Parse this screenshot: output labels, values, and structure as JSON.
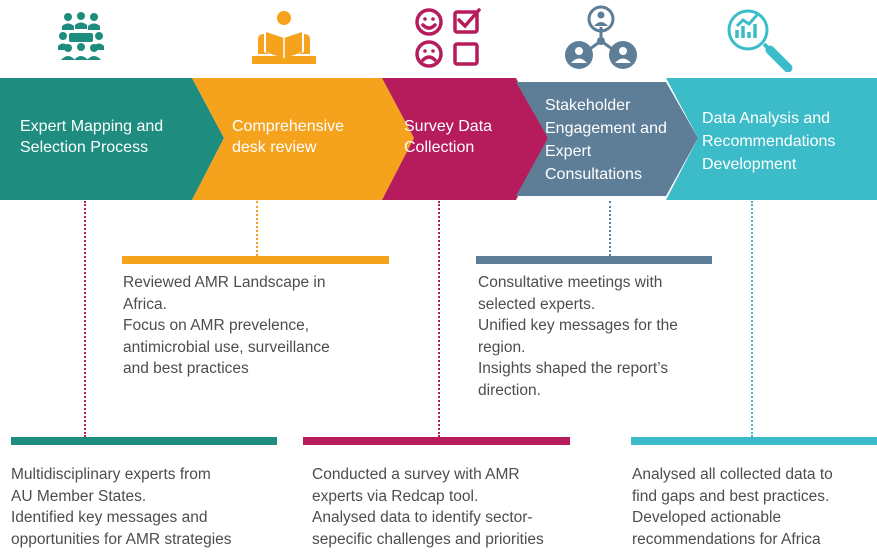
{
  "colors": {
    "teal": "#1e8c7e",
    "orange": "#f5a21d",
    "magenta": "#b61c5c",
    "slate": "#5e7d96",
    "cyan": "#3bbcc8",
    "text": "#4d4d4d"
  },
  "stages": [
    {
      "label": "Expert Mapping and Selection Process",
      "icon": "group-meeting-icon"
    },
    {
      "label": "Comprehensive desk review",
      "icon": "person-reading-icon"
    },
    {
      "label": "Survey Data Collection",
      "icon": "survey-faces-checkbox-icon"
    },
    {
      "label": "Stakeholder Engagement and Expert Consultations",
      "icon": "stakeholder-network-icon"
    },
    {
      "label": "Data Analysis and Recommendations Development",
      "icon": "magnifier-chart-icon"
    }
  ],
  "notes": {
    "desk_review": [
      "Reviewed AMR Landscape in",
      "Africa.",
      "Focus on AMR prevelence,",
      "antimicrobial use, surveillance",
      "and best practices"
    ],
    "stakeholder": [
      "Consultative meetings with",
      "selected experts.",
      "Unified key messages for the",
      "region.",
      "Insights shaped the report’s",
      "direction."
    ],
    "expert_mapping": [
      "Multidisciplinary experts from",
      "AU Member States.",
      "Identified key messages and",
      "opportunities for AMR strategies"
    ],
    "survey": [
      "Conducted a survey with AMR",
      "experts via Redcap tool.",
      "Analysed data to identify sector-",
      "sepecific challenges and priorities"
    ],
    "analysis": [
      "Analysed all collected data to",
      "find gaps and best practices.",
      "Developed actionable",
      "recommendations for Africa"
    ]
  }
}
